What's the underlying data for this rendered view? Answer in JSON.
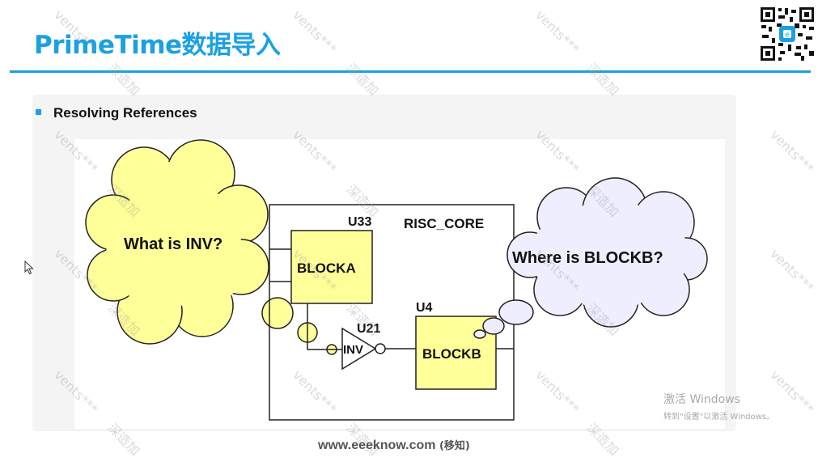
{
  "slide": {
    "title": "PrimeTime数据导入",
    "bullet": "Resolving References",
    "footer_site": "www.eeeknow.com",
    "footer_sub": "(移知)"
  },
  "diagram": {
    "bubble_left": "What is  INV?",
    "bubble_right": "Where is BLOCKB?",
    "core_label": "RISC_CORE",
    "u33_label": "U33",
    "blocka_label": "BLOCKA",
    "u21_label": "U21",
    "inv_label": "INV",
    "u4_label": "U4",
    "blockb_label": "BLOCKB"
  },
  "watermark": {
    "line1": "vents***",
    "line2": "深造加"
  },
  "windows_notice": {
    "line1": "激活 Windows",
    "line2": "转到\"设置\"以激活 Windows。"
  },
  "colors": {
    "accent": "#1ba1e2",
    "yellow_fill": "#ffff99",
    "lavender_fill": "#eeeeff"
  },
  "icons": [
    "qr-code-icon",
    "cursor-icon"
  ]
}
